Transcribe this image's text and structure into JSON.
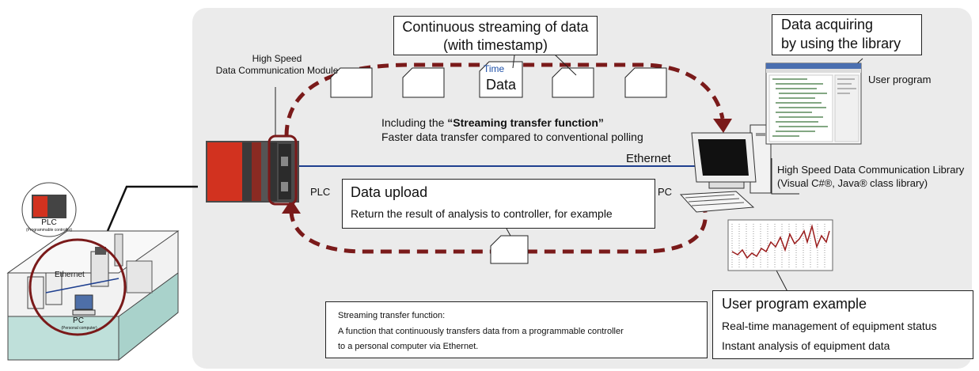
{
  "stream_box": {
    "line1": "Continuous streaming of data",
    "line2": "(with timestamp)"
  },
  "packet": {
    "time_label": "Time",
    "data_label": "Data"
  },
  "module_label": {
    "line1": "High Speed",
    "line2": "Data Communication Module"
  },
  "streaming_note": {
    "prefix": "Including the ",
    "highlight": "“Streaming transfer function”",
    "line2": "Faster data transfer compared to conventional polling"
  },
  "ethernet_label": "Ethernet",
  "plc_label": "PLC",
  "pc_label": "PC",
  "acquire_box": {
    "line1": "Data acquiring",
    "line2": "by using the library"
  },
  "user_program_label": "User program",
  "library_label": {
    "line1": "High Speed Data Communication Library",
    "line2": "(Visual C#®, Java® class library)"
  },
  "upload_box": {
    "title": "Data upload",
    "desc": "Return the result of analysis to controller, for example"
  },
  "definition_box": {
    "line1": "Streaming transfer function:",
    "line2": "A function that continuously transfers data from a programmable controller",
    "line3": "to a personal computer via Ethernet."
  },
  "example_box": {
    "title": "User program example",
    "item1": "Real-time management of equipment status",
    "item2": "Instant analysis of equipment data"
  },
  "factory": {
    "plc_label": "PLC",
    "plc_sub": "(Programmable controller)",
    "ethernet_label": "Ethernet",
    "pc_label": "PC",
    "pc_sub": "(Personal computer)"
  },
  "colors": {
    "dashed_arrow": "#7a1a1a",
    "ethernet_line": "#1e3f8f",
    "plc_red": "#d2321f",
    "panel_bg": "#ebebeb"
  }
}
